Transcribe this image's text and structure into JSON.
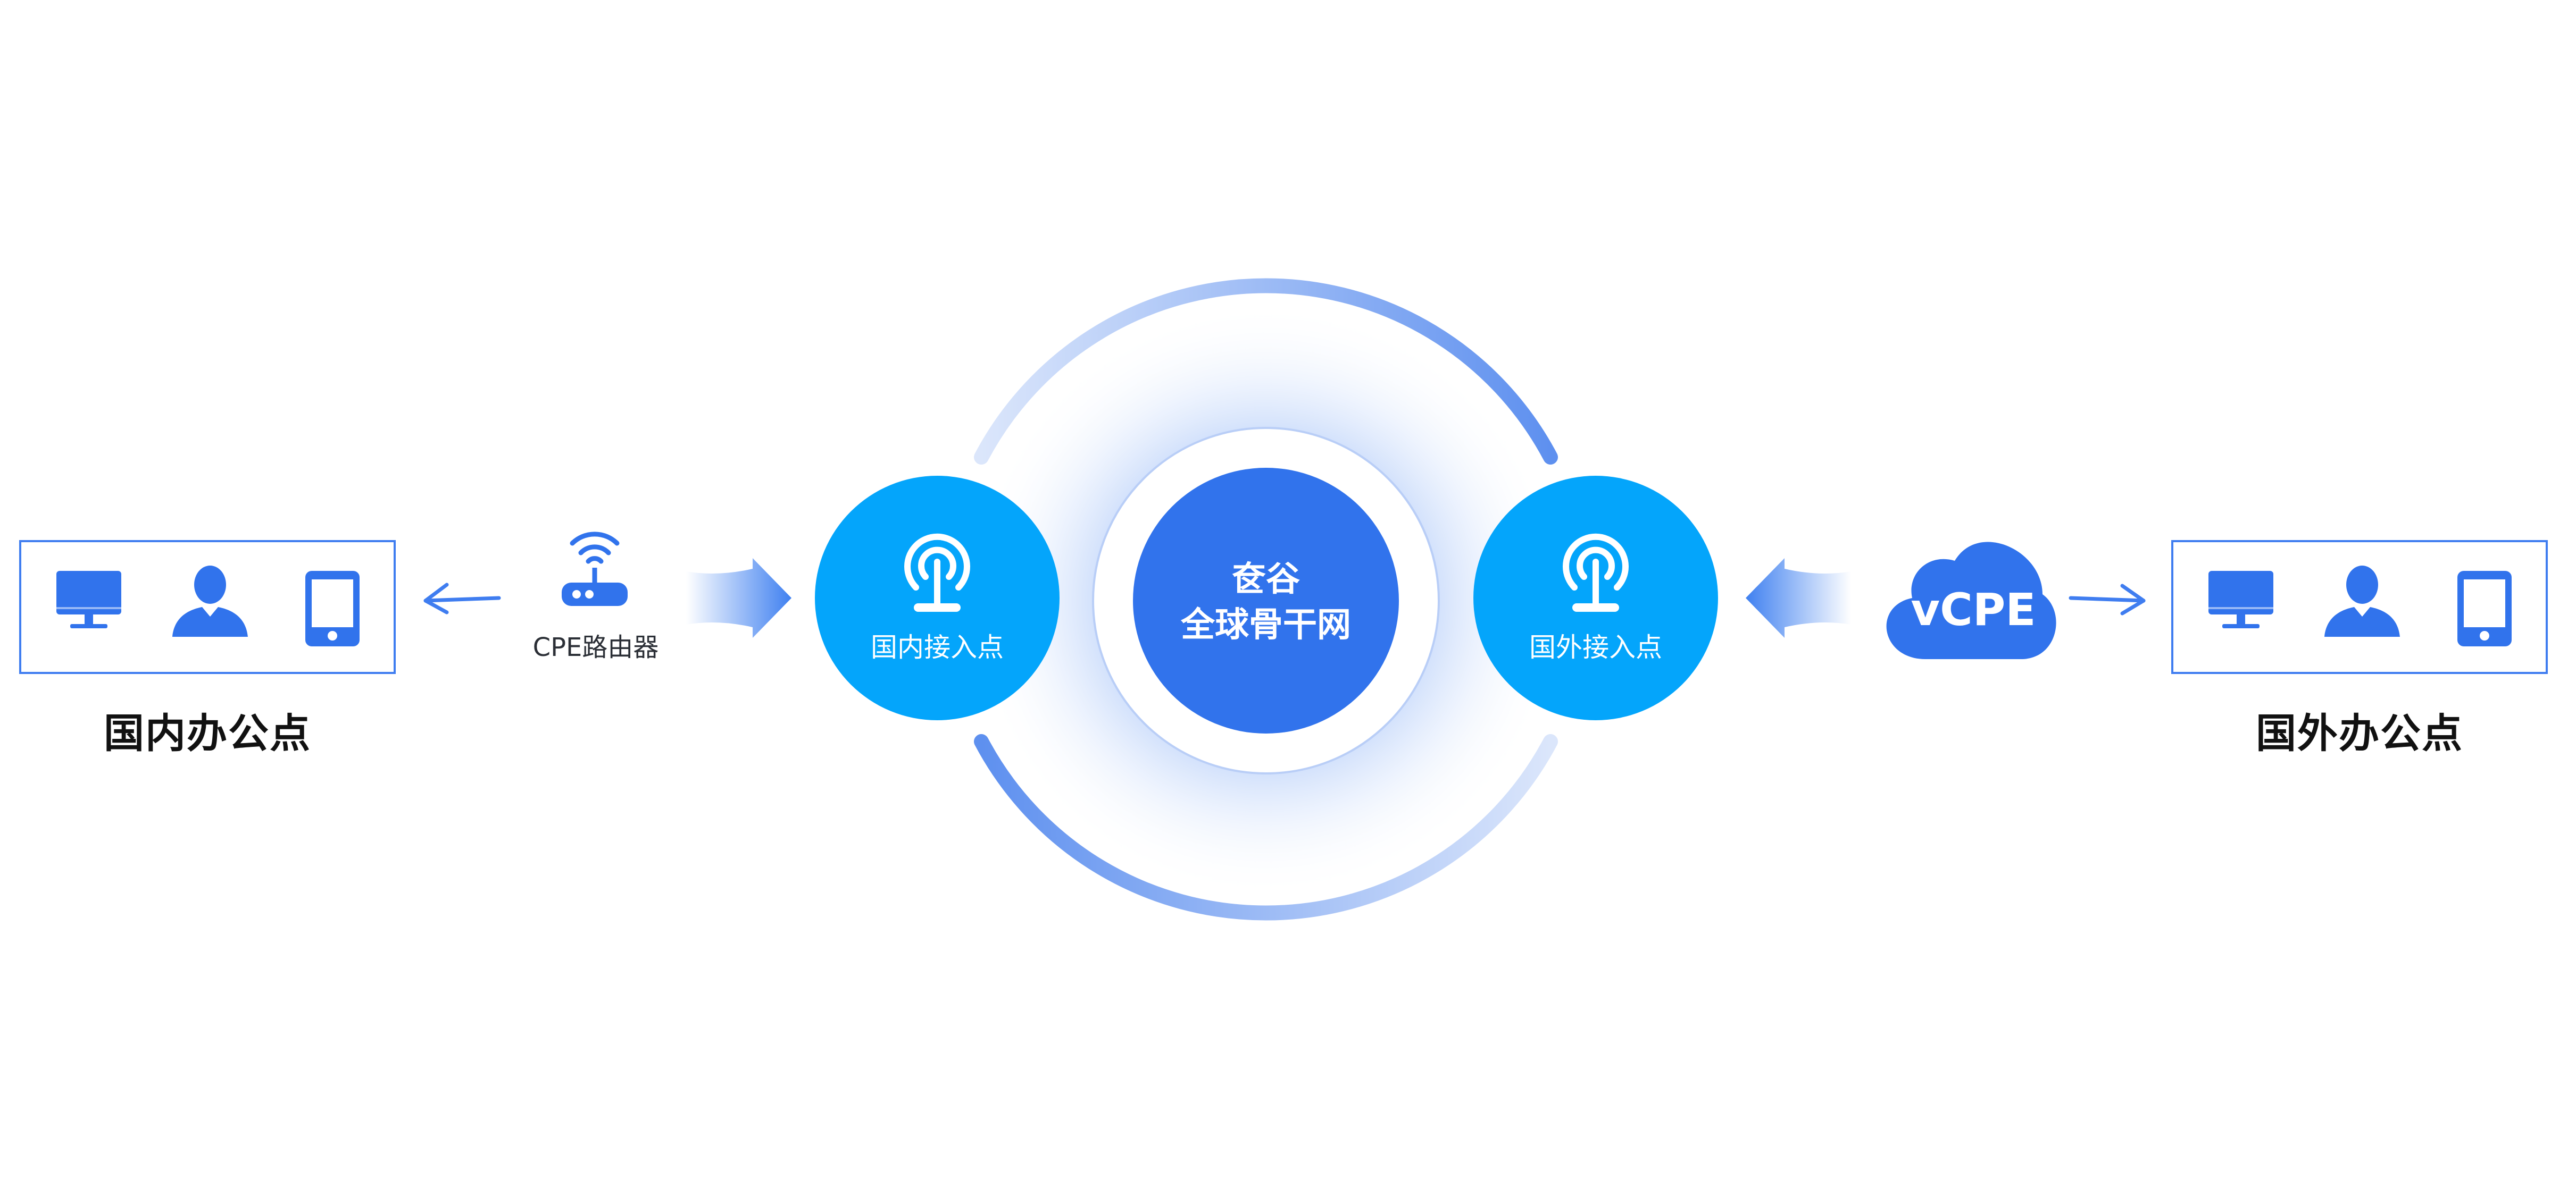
{
  "left_office": {
    "label": "国内办公点",
    "devices": [
      "monitor-icon",
      "user-icon",
      "phone-icon"
    ]
  },
  "right_office": {
    "label": "国外办公点",
    "devices": [
      "monitor-icon",
      "user-icon",
      "phone-icon"
    ]
  },
  "router": {
    "label": "CPE路由器",
    "icon": "wifi-router-icon"
  },
  "domestic_node": {
    "label": "国内接入点",
    "icon": "access-point-icon"
  },
  "foreign_node": {
    "label": "国外接入点",
    "icon": "access-point-icon"
  },
  "core": {
    "line1": "奁谷",
    "line2": "全球骨干网"
  },
  "cloud": {
    "label": "vCPE",
    "icon": "cloud-icon"
  },
  "colors": {
    "primary": "#3173ec",
    "node": "#04a5fb",
    "box_border": "#3f7df0",
    "text_dark": "#111111"
  }
}
